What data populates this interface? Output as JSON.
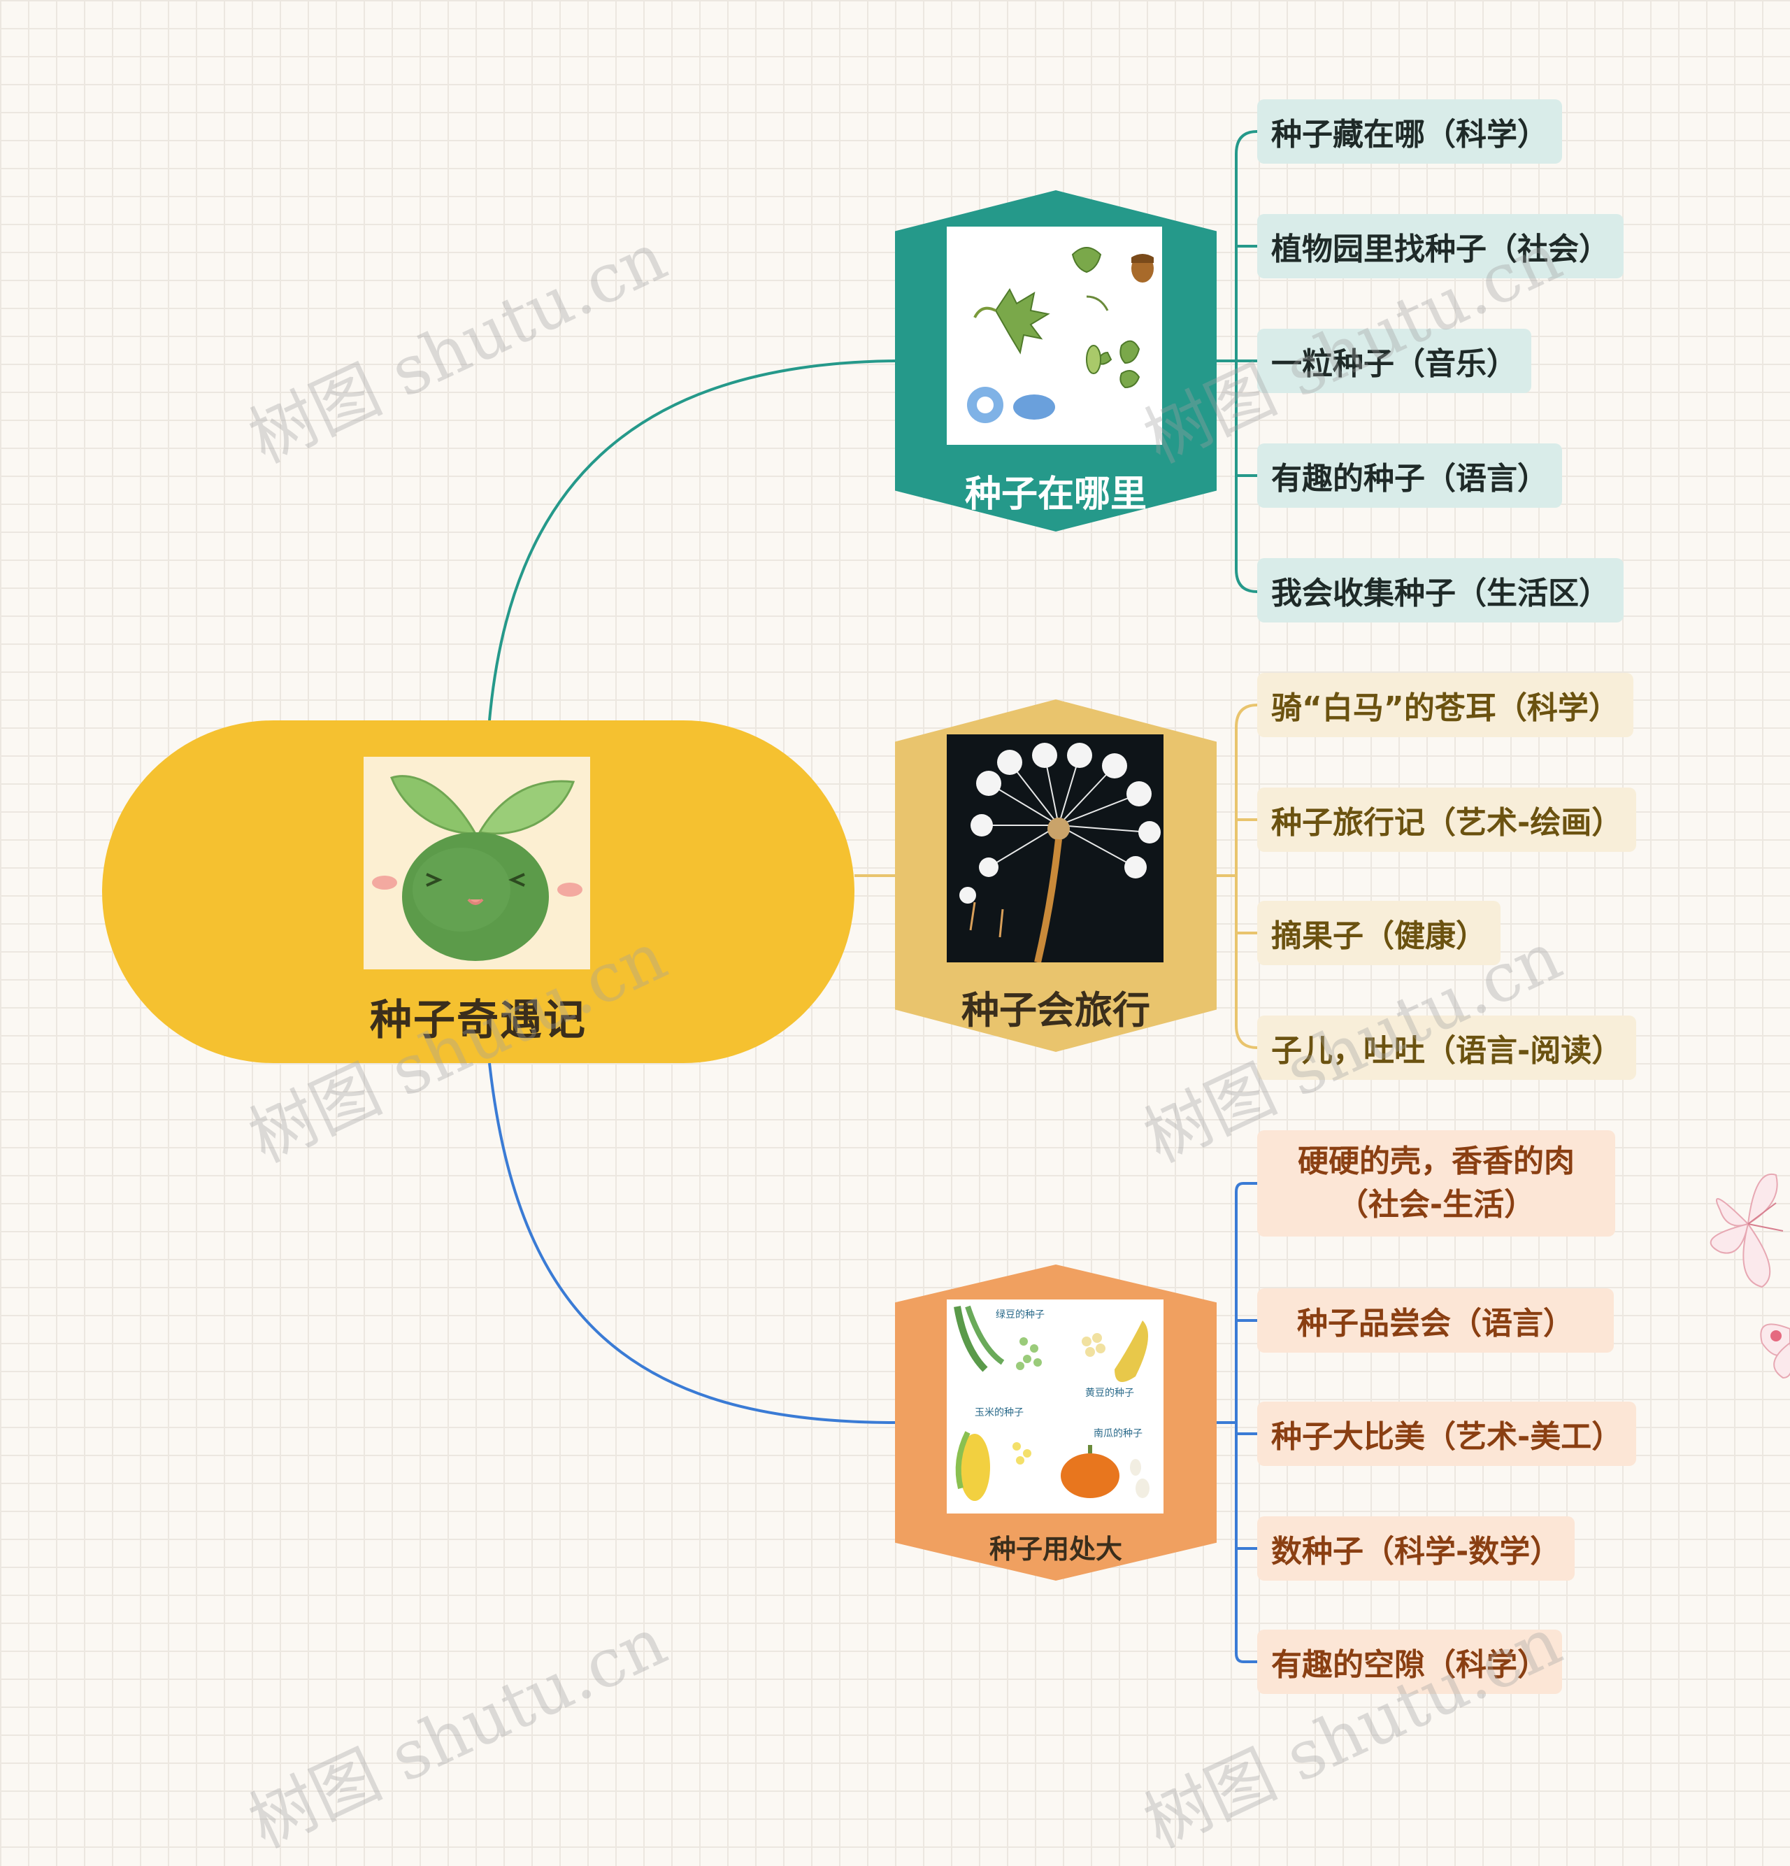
{
  "root": {
    "title": "种子奇遇记",
    "image_icon": "smiling-seed-sprout-icon"
  },
  "branches": [
    {
      "title": "种子在哪里",
      "color": "#25998a",
      "image_icon": "leaves-and-seeds-illustration",
      "leaves": [
        "种子藏在哪（科学）",
        "植物园里找种子（社会）",
        "一粒种子（音乐）",
        "有趣的种子（语言）",
        "我会收集种子（生活区）"
      ]
    },
    {
      "title": "种子会旅行",
      "color": "#e9c46d",
      "image_icon": "dandelion-photo",
      "leaves": [
        "骑“白马”的苍耳（科学）",
        "种子旅行记（艺术-绘画）",
        "摘果子（健康）",
        "子儿，吐吐（语言-阅读）"
      ]
    },
    {
      "title": "种子用处大",
      "color": "#f0a060",
      "image_icon": "seed-types-illustration",
      "image_labels": [
        "绿豆的种子",
        "黄豆的种子",
        "玉米的种子",
        "南瓜的种子"
      ],
      "leaves": [
        "硬硬的壳，香香的肉（社会-生活）",
        "种子品尝会（语言）",
        "种子大比美（艺术-美工）",
        "数种子（科学-数学）",
        "有趣的空隙（科学）"
      ],
      "first_leaf_lines": [
        "硬硬的壳，香香的肉",
        "（社会-生活）"
      ]
    }
  ],
  "watermark": "树图 shutu.cn",
  "edge_colors": {
    "teal": "#25998a",
    "yellow": "#e9c46d",
    "blue": "#3a7bd5"
  }
}
